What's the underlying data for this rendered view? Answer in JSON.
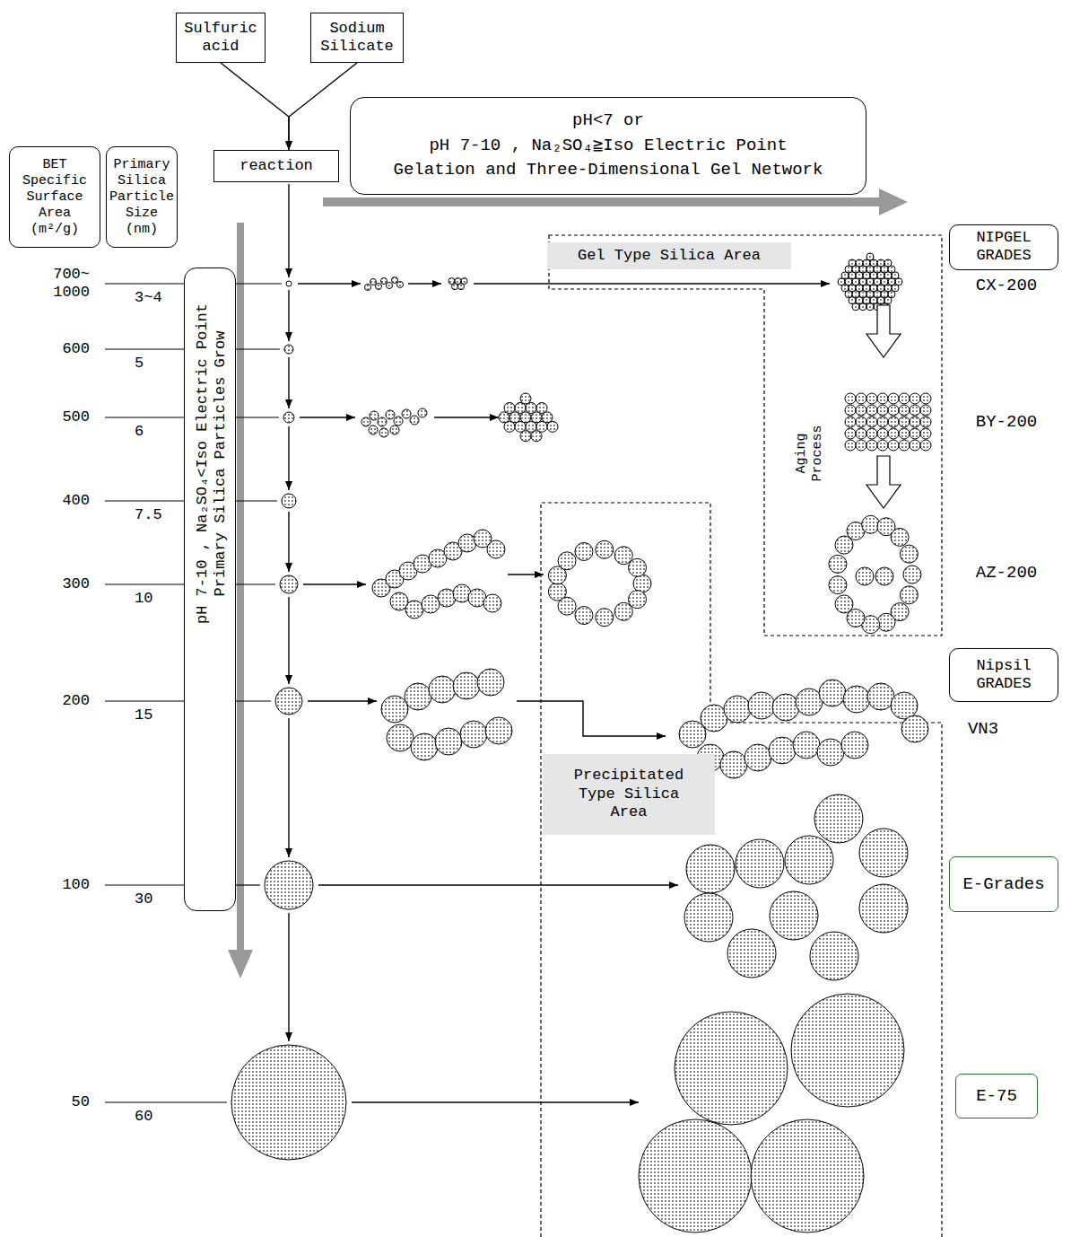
{
  "diagram": {
    "nodes": [
      {
        "text": [
          "Sulfuric acid"
        ]
      },
      {
        "text": [
          "Sodium Silicate"
        ]
      },
      {
        "text": [
          "reaction"
        ]
      },
      {
        "text": [
          "pH<7 or",
          "pH 7-10 , Na₂SO₄≧Iso Electric Point",
          "Gelation and Three-Dimensional Gel Network"
        ]
      },
      {
        "text": [
          "BET Specific Surface Area (m²/g)"
        ]
      },
      {
        "text": [
          "Primary Silica Particle Size (nm)"
        ]
      },
      {
        "text": [
          "NIPGEL GRADES"
        ]
      },
      {
        "text": [
          "pH 7-10 , Na₂SO₄<Iso Electric Point",
          "Primary Silica Particles Grow"
        ]
      },
      {
        "text": [
          "Gel Type Silica Area"
        ]
      },
      {
        "text": [
          "Nipsil GRADES"
        ]
      },
      {
        "text": [
          "Precipitated Type Silica Area"
        ]
      },
      {
        "text": [
          "E-Grades"
        ]
      },
      {
        "text": [
          "E-75"
        ]
      }
    ],
    "edges": [
      {
        "from": 0,
        "to": 2,
        "arrow": "to"
      },
      {
        "from": 1,
        "to": 2,
        "arrow": "to"
      }
    ],
    "labels": [
      "700~ 1000",
      "3~4",
      "CX-200",
      "600",
      "5",
      "500",
      "6",
      "Aging Process",
      "BY-200",
      "400",
      "7.5",
      "300",
      "10",
      "AZ-200",
      "200",
      "15",
      "VN3",
      "100",
      "30",
      "50",
      "60"
    ]
  }
}
